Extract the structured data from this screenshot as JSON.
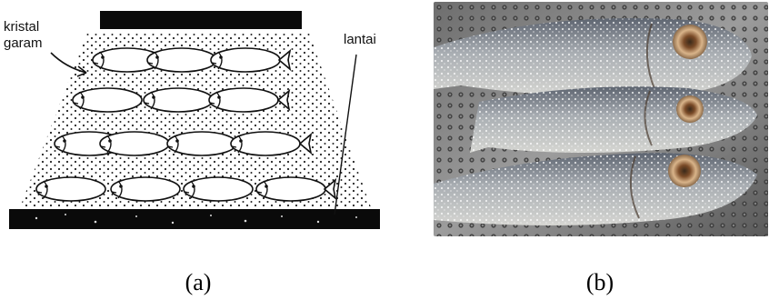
{
  "diagram": {
    "labels": {
      "salt_crystal_line1": "kristal",
      "salt_crystal_line2": "garam",
      "floor": "lantai"
    }
  },
  "photo": {
    "subject": "three salted fish on a perforated metal tray"
  },
  "captions": {
    "a": "(a)",
    "b": "(b)"
  }
}
